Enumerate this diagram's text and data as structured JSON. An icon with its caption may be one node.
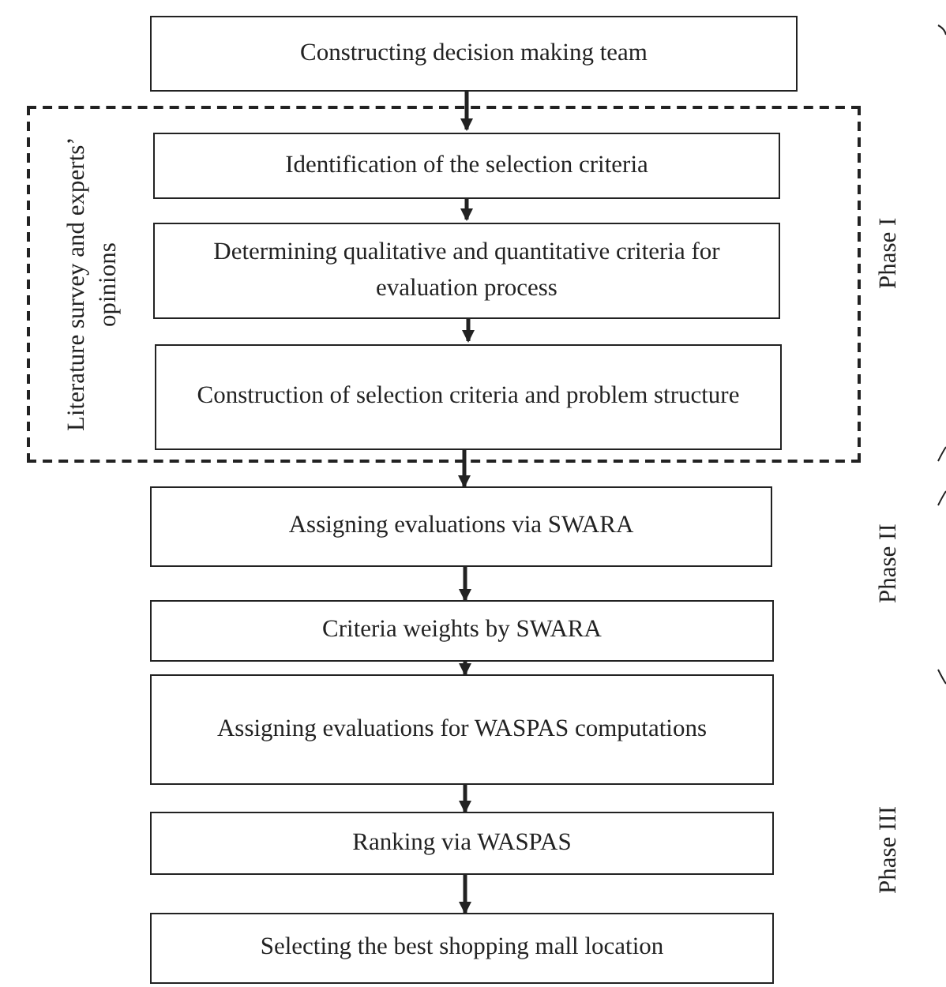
{
  "diagram": {
    "nodes": [
      {
        "text": [
          "Constructing decision making team"
        ]
      },
      {
        "text": [
          "Literature survey and experts’ opinions"
        ]
      },
      {
        "text": [
          "Identification of the selection criteria"
        ],
        "in": 1
      },
      {
        "text": [
          "Determining qualitative and quantitative criteria for evaluation process"
        ],
        "in": 1
      },
      {
        "text": [
          "Construction of selection criteria and problem structure"
        ],
        "in": 1
      },
      {
        "text": [
          "Assigning evaluations via SWARA"
        ]
      },
      {
        "text": [
          "Criteria weights by SWARA"
        ]
      },
      {
        "text": [
          "Assigning evaluations for WASPAS computations"
        ]
      },
      {
        "text": [
          "Ranking via WASPAS"
        ]
      },
      {
        "text": [
          "Selecting the best shopping mall location"
        ]
      }
    ],
    "edges": [
      {
        "from": 0,
        "to": 2,
        "arrow": "to"
      },
      {
        "from": 2,
        "to": 3,
        "arrow": "to"
      },
      {
        "from": 3,
        "to": 4,
        "arrow": "to"
      },
      {
        "from": 4,
        "to": 5,
        "arrow": "to"
      },
      {
        "from": 5,
        "to": 6,
        "arrow": "to"
      },
      {
        "from": 6,
        "to": 7,
        "arrow": "to"
      },
      {
        "from": 7,
        "to": 8,
        "arrow": "to"
      },
      {
        "from": 8,
        "to": 9,
        "arrow": "to"
      }
    ],
    "labels": [
      "Phase I",
      "Phase II",
      "Phase III"
    ]
  }
}
